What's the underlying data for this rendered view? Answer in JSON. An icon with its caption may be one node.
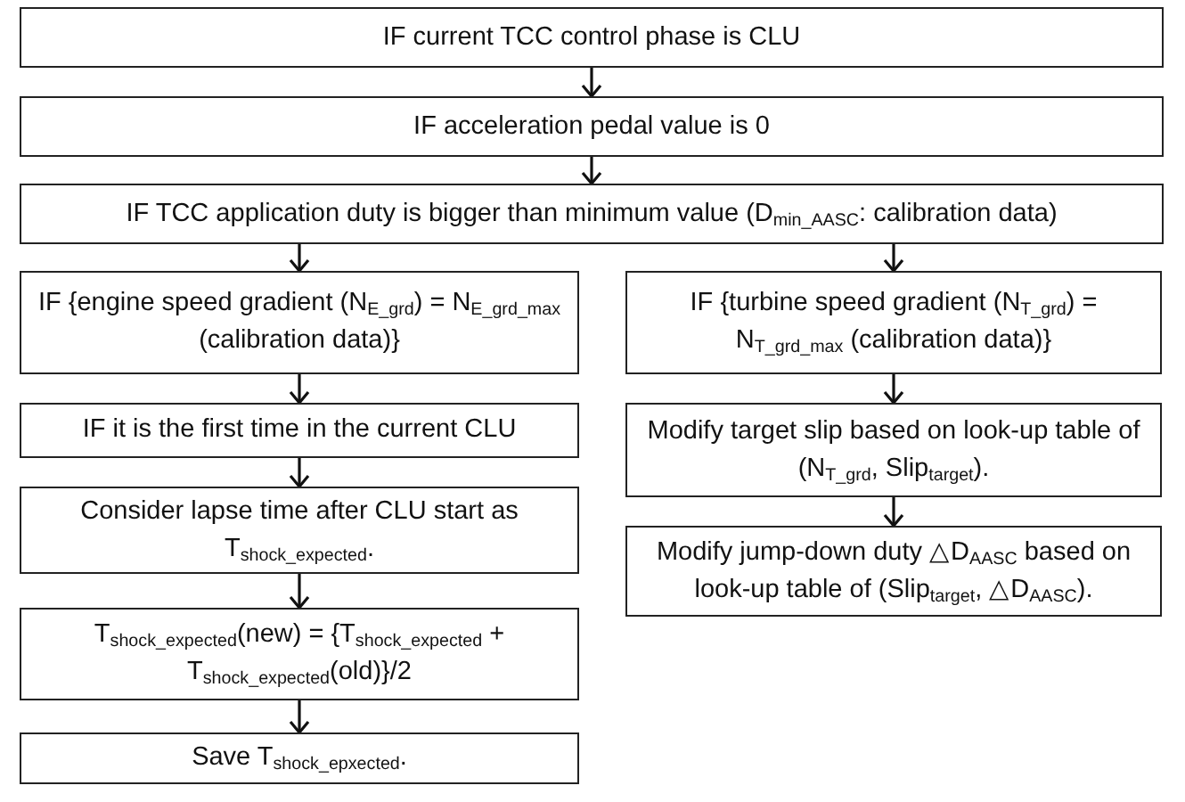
{
  "diagram": {
    "nodes": [
      {
        "text": [
          "IF current TCC control phase is CLU"
        ]
      },
      {
        "text": [
          "IF acceleration pedal value is 0"
        ]
      },
      {
        "text": [
          "IF TCC application duty is bigger than minimum value (D$_{min_AASC}$: calibration data)"
        ]
      },
      {
        "text": [
          "IF {engine speed gradient (N$_{E_grd}$) = N$_{E_grd_max}$ (calibration data)}"
        ]
      },
      {
        "text": [
          "IF it is the first time in the current CLU"
        ]
      },
      {
        "text": [
          "Consider lapse time after CLU start as T$_{shock_expected}$."
        ]
      },
      {
        "text": [
          "T$_{shock_expected}$(new) = {T$_{shock_expected}$ + T$_{shock_expected}$(old)}/2"
        ]
      },
      {
        "text": [
          "Save T$_{shock_epxected}$."
        ]
      },
      {
        "text": [
          "IF {turbine speed gradient (N$_{T_grd}$) = N$_{T_grd_max}$ (calibration data)}"
        ]
      },
      {
        "text": [
          "Modify target slip based on look-up table of (N$_{T_grd}$, Slip$_{target}$)."
        ]
      },
      {
        "text": [
          "Modify jump-down duty △D$_{AASC}$ based on look-up table of (Slip$_{target}$, △D$_{AASC}$)."
        ]
      }
    ],
    "edges": [
      {
        "from": 0,
        "to": 1,
        "arrow": "to"
      },
      {
        "from": 1,
        "to": 2,
        "arrow": "to"
      },
      {
        "from": 2,
        "to": 3,
        "arrow": "to"
      },
      {
        "from": 2,
        "to": 8,
        "arrow": "to"
      },
      {
        "from": 3,
        "to": 4,
        "arrow": "to"
      },
      {
        "from": 4,
        "to": 5,
        "arrow": "to"
      },
      {
        "from": 5,
        "to": 6,
        "arrow": "to"
      },
      {
        "from": 6,
        "to": 7,
        "arrow": "to"
      },
      {
        "from": 8,
        "to": 9,
        "arrow": "to"
      },
      {
        "from": 9,
        "to": 10,
        "arrow": "to"
      }
    ]
  }
}
